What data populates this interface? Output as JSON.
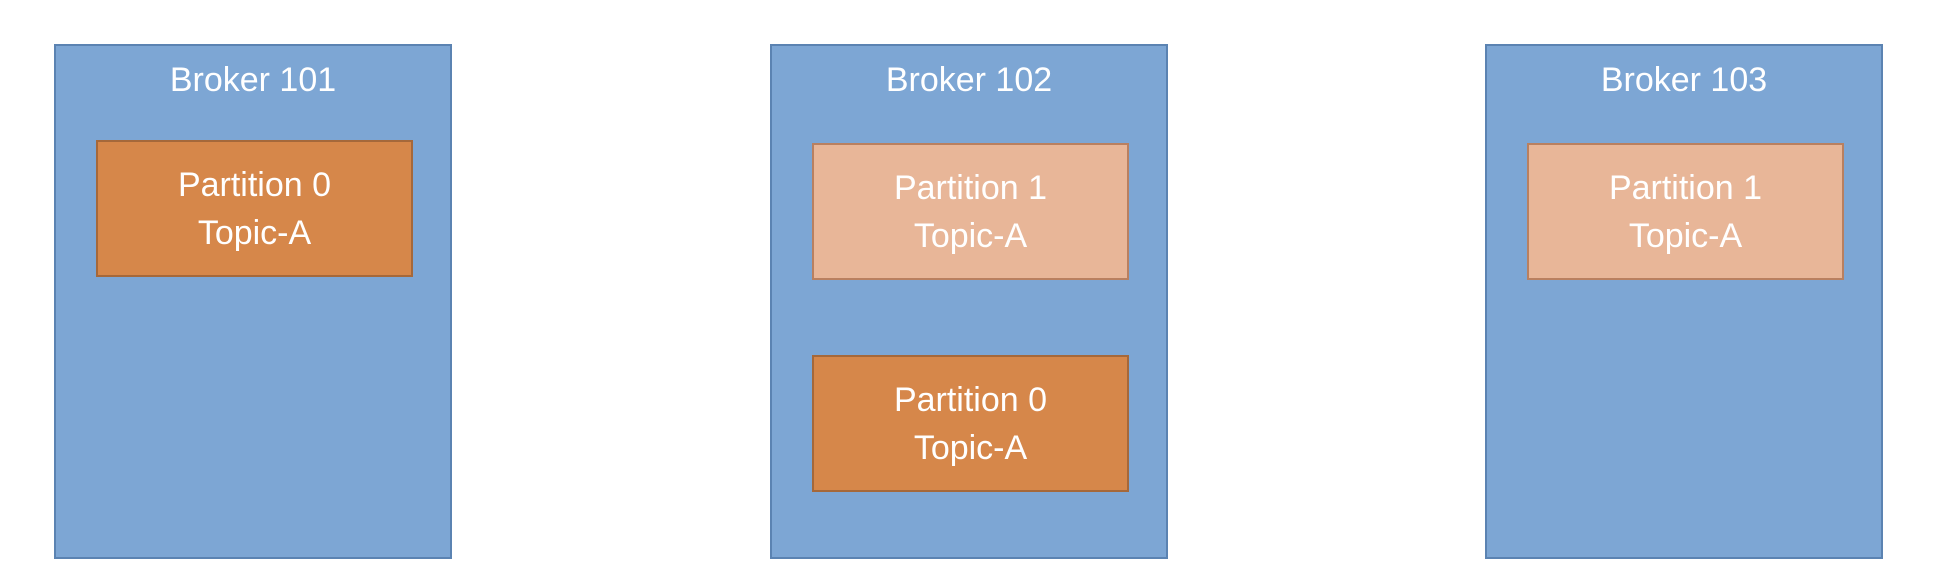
{
  "brokers": [
    {
      "title": "Broker 101",
      "partitions": [
        {
          "line1": "Partition 0",
          "line2": "Topic-A",
          "kind": "leader"
        }
      ]
    },
    {
      "title": "Broker 102",
      "partitions": [
        {
          "line1": "Partition 1",
          "line2": "Topic-A",
          "kind": "replica"
        },
        {
          "line1": "Partition 0",
          "line2": "Topic-A",
          "kind": "leader"
        }
      ]
    },
    {
      "title": "Broker 103",
      "partitions": [
        {
          "line1": "Partition 1",
          "line2": "Topic-A",
          "kind": "replica"
        }
      ]
    }
  ],
  "colors": {
    "broker_fill": "#7da6d4",
    "leader_fill": "#d6874a",
    "replica_fill": "#e8b698",
    "text": "#ffffff"
  }
}
